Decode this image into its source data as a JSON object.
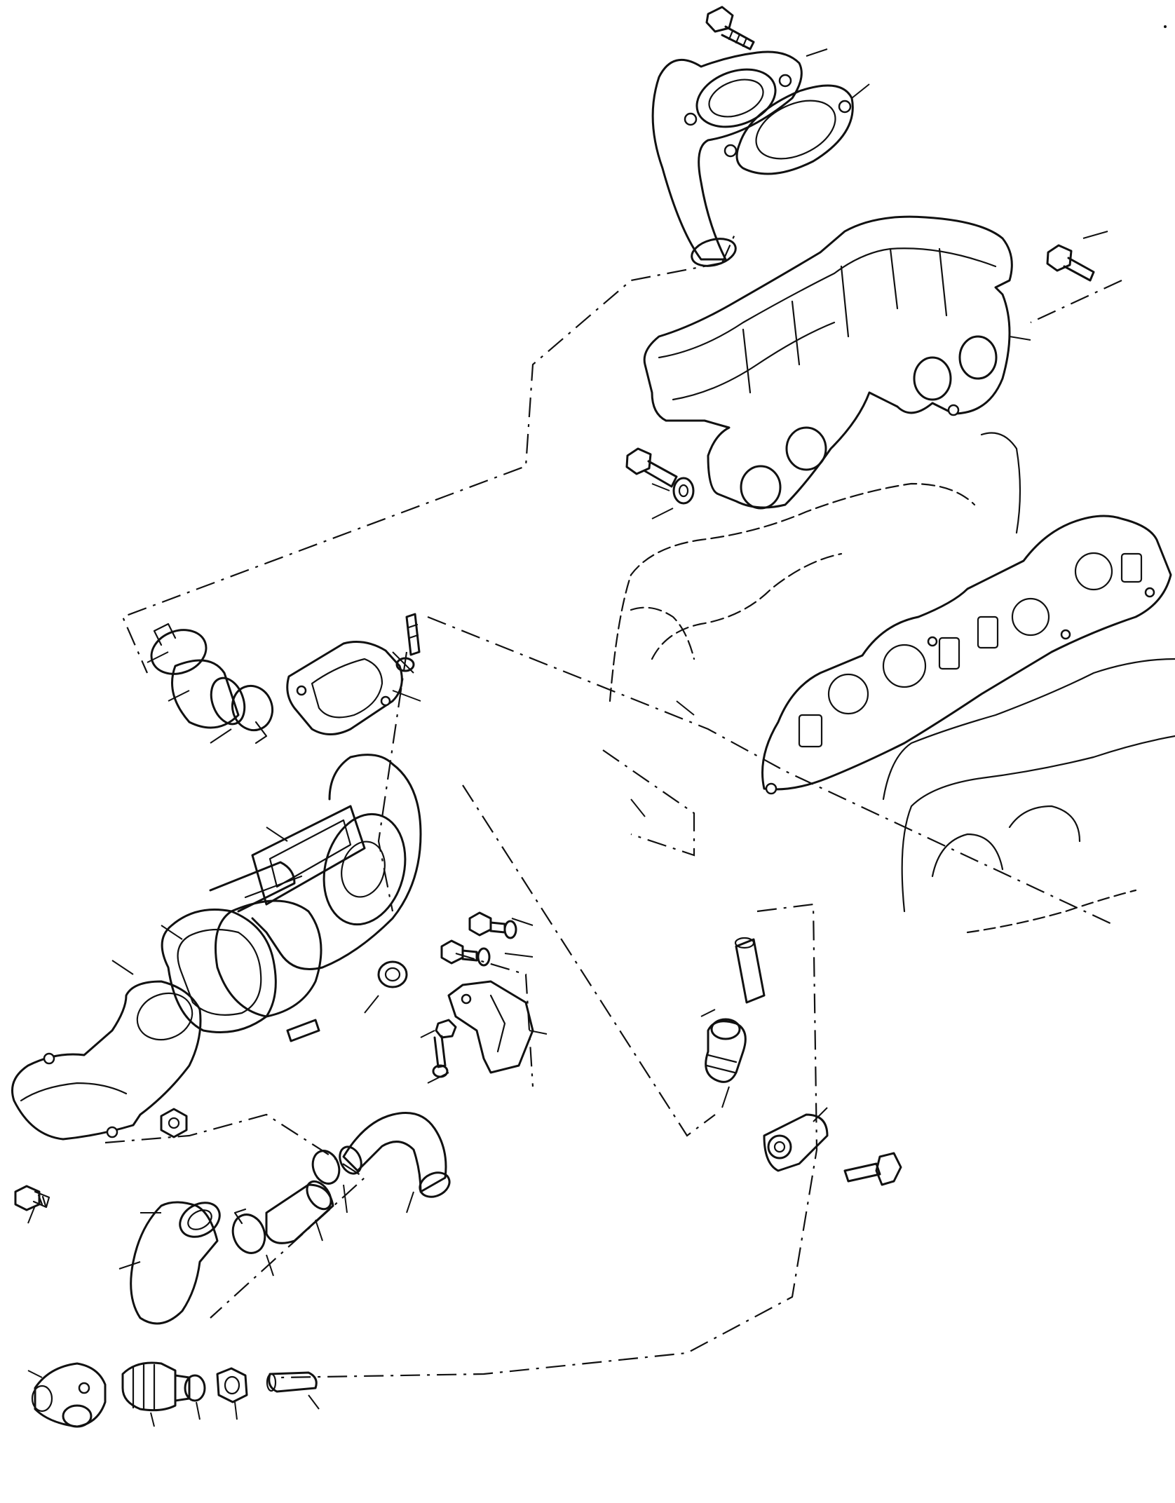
{
  "diagram": {
    "type": "exploded-parts-view",
    "callout_labels": [],
    "line_color": "#111111",
    "background": "#ffffff"
  },
  "parts": [
    {
      "name": "outlet-elbow-pipe"
    },
    {
      "name": "elbow-gasket"
    },
    {
      "name": "elbow-flange-gasket"
    },
    {
      "name": "exhaust-manifold-upper"
    },
    {
      "name": "manifold-bolt"
    },
    {
      "name": "manifold-stud-bolt"
    },
    {
      "name": "manifold-gasket"
    },
    {
      "name": "cylinder-head-section"
    },
    {
      "name": "hose-clamp"
    },
    {
      "name": "connector-hose"
    },
    {
      "name": "turbo-flange-gasket"
    },
    {
      "name": "stud"
    },
    {
      "name": "turbocharger"
    },
    {
      "name": "turbo-outlet-gasket"
    },
    {
      "name": "turbo-outlet-elbow"
    },
    {
      "name": "bracket"
    },
    {
      "name": "plug"
    },
    {
      "name": "oil-return-elbow"
    },
    {
      "name": "oil-return-hose"
    },
    {
      "name": "oil-return-pipe"
    },
    {
      "name": "hollow-bolt-fitting"
    },
    {
      "name": "banjo-block"
    },
    {
      "name": "oil-feed-tube"
    },
    {
      "name": "union-fitting"
    },
    {
      "name": "nut"
    },
    {
      "name": "tee-fitting"
    }
  ]
}
